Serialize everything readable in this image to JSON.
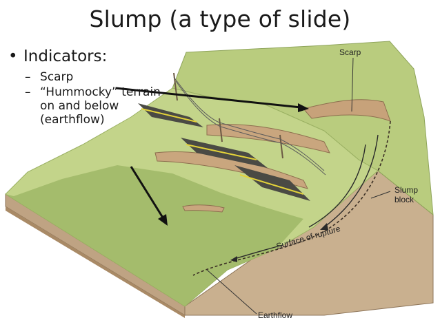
{
  "slide": {
    "title": "Slump (a type of slide)",
    "bullets": [
      {
        "marker": "•",
        "text": "Indicators:",
        "sub": [
          {
            "marker": "–",
            "text": "Scarp"
          },
          {
            "marker": "–",
            "text": "“Hummocky” terrain on and below (earthflow)"
          }
        ]
      }
    ]
  },
  "diagram": {
    "labels": {
      "scarp": "Scarp",
      "slump_line1": "Slump",
      "slump_line2": "block",
      "rupture": "Surface of rupture",
      "earthflow": "Earthflow"
    },
    "colors": {
      "grass": "#b9cc7e",
      "grass_dark": "#9fb766",
      "soil": "#cdb594",
      "soil_dark": "#a98a66",
      "road": "#4a4a44",
      "road_line": "#e3d23a",
      "arrow": "#111111"
    }
  }
}
